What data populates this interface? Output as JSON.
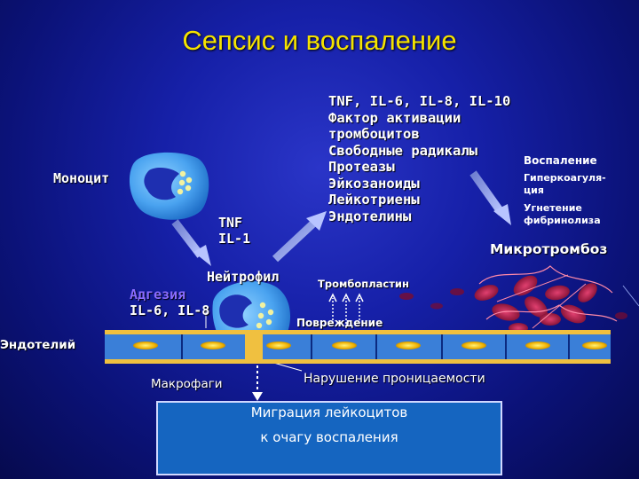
{
  "title": "Сепсис и воспаление",
  "monocyte": {
    "label": "Моноцит"
  },
  "tnf_il1": {
    "line1": "TNF",
    "line2": "IL-1"
  },
  "mediators": [
    "TNF, IL-6, IL-8, IL-10",
    "Фактор активации",
    "тромбоцитов",
    "Свободные радикалы",
    "Протеазы",
    "Эйкозаноиды",
    "Лейкотриены",
    "Эндотелины"
  ],
  "effects": {
    "item1": "Воспаление",
    "item2_l1": "Гиперкоагуля-",
    "item2_l2": "ция",
    "item3_l1": "Угнетение",
    "item3_l2": "фибринолиза"
  },
  "microthrombosis": "Микротромбоз",
  "neutrophil": "Нейтрофил",
  "thromboplastin": "Тромбопластин",
  "adhesion": {
    "label": "Адгезия",
    "cytokines": "IL-6, IL-8"
  },
  "damage": "Повреждение",
  "endothelium": "Эндотелий",
  "macrophages": "Макрофаги",
  "permeability": "Нарушение проницаемости",
  "migration": {
    "line1": "Миграция лейкоцитов",
    "line2": "к очагу воспаления"
  },
  "colors": {
    "title": "#f5e300",
    "background": "#1620a8",
    "cell_body": "#4aa3f0",
    "cell_nucleus": "#1e2fb0",
    "granule": "#f2f2a0",
    "endothelium": "#3a7fd8",
    "endothelium_border": "#f0c040",
    "adhesion_text": "#8a6cff",
    "thrombus": "#c2185b",
    "result_box": "#1565c0"
  }
}
